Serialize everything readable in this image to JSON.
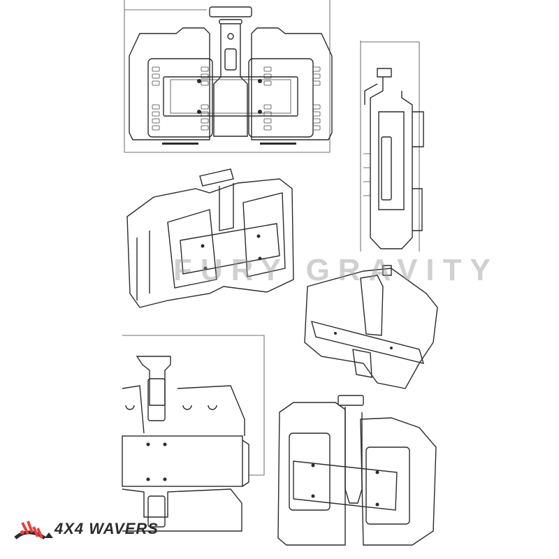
{
  "watermark": "FURY GRAVITY",
  "logo": {
    "text": "4X4 WAVERS",
    "accent_color": "#e8403f",
    "text_color": "#2b2b2b"
  },
  "views": [
    "front-view",
    "side-view",
    "isometric-view",
    "mount-detail-view",
    "rear-mount-view",
    "angled-front-view"
  ]
}
